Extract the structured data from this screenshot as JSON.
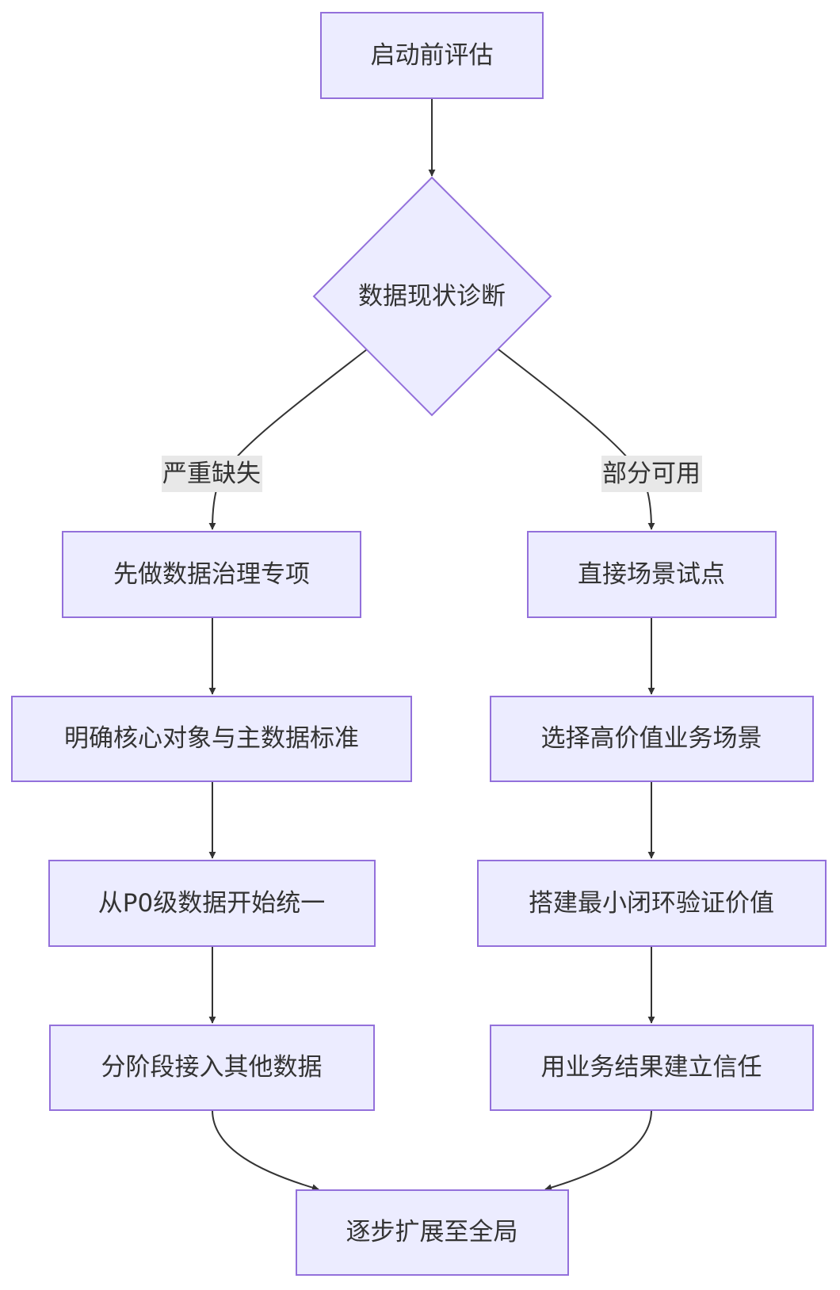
{
  "colors": {
    "node_fill": "#ECECFF",
    "node_stroke": "#9370DB",
    "edge": "#333333",
    "label_bg": "#E8E8E8",
    "text": "#333333"
  },
  "nodes": {
    "start": "启动前评估",
    "diagnosis": "数据现状诊断",
    "governance": "先做数据治理专项",
    "standard": "明确核心对象与主数据标准",
    "p0": "从P0级数据开始统一",
    "phased": "分阶段接入其他数据",
    "pilot": "直接场景试点",
    "select": "选择高价值业务场景",
    "loop": "搭建最小闭环验证价值",
    "trust": "用业务结果建立信任",
    "expand": "逐步扩展至全局"
  },
  "edge_labels": {
    "severe": "严重缺失",
    "partial": "部分可用"
  }
}
